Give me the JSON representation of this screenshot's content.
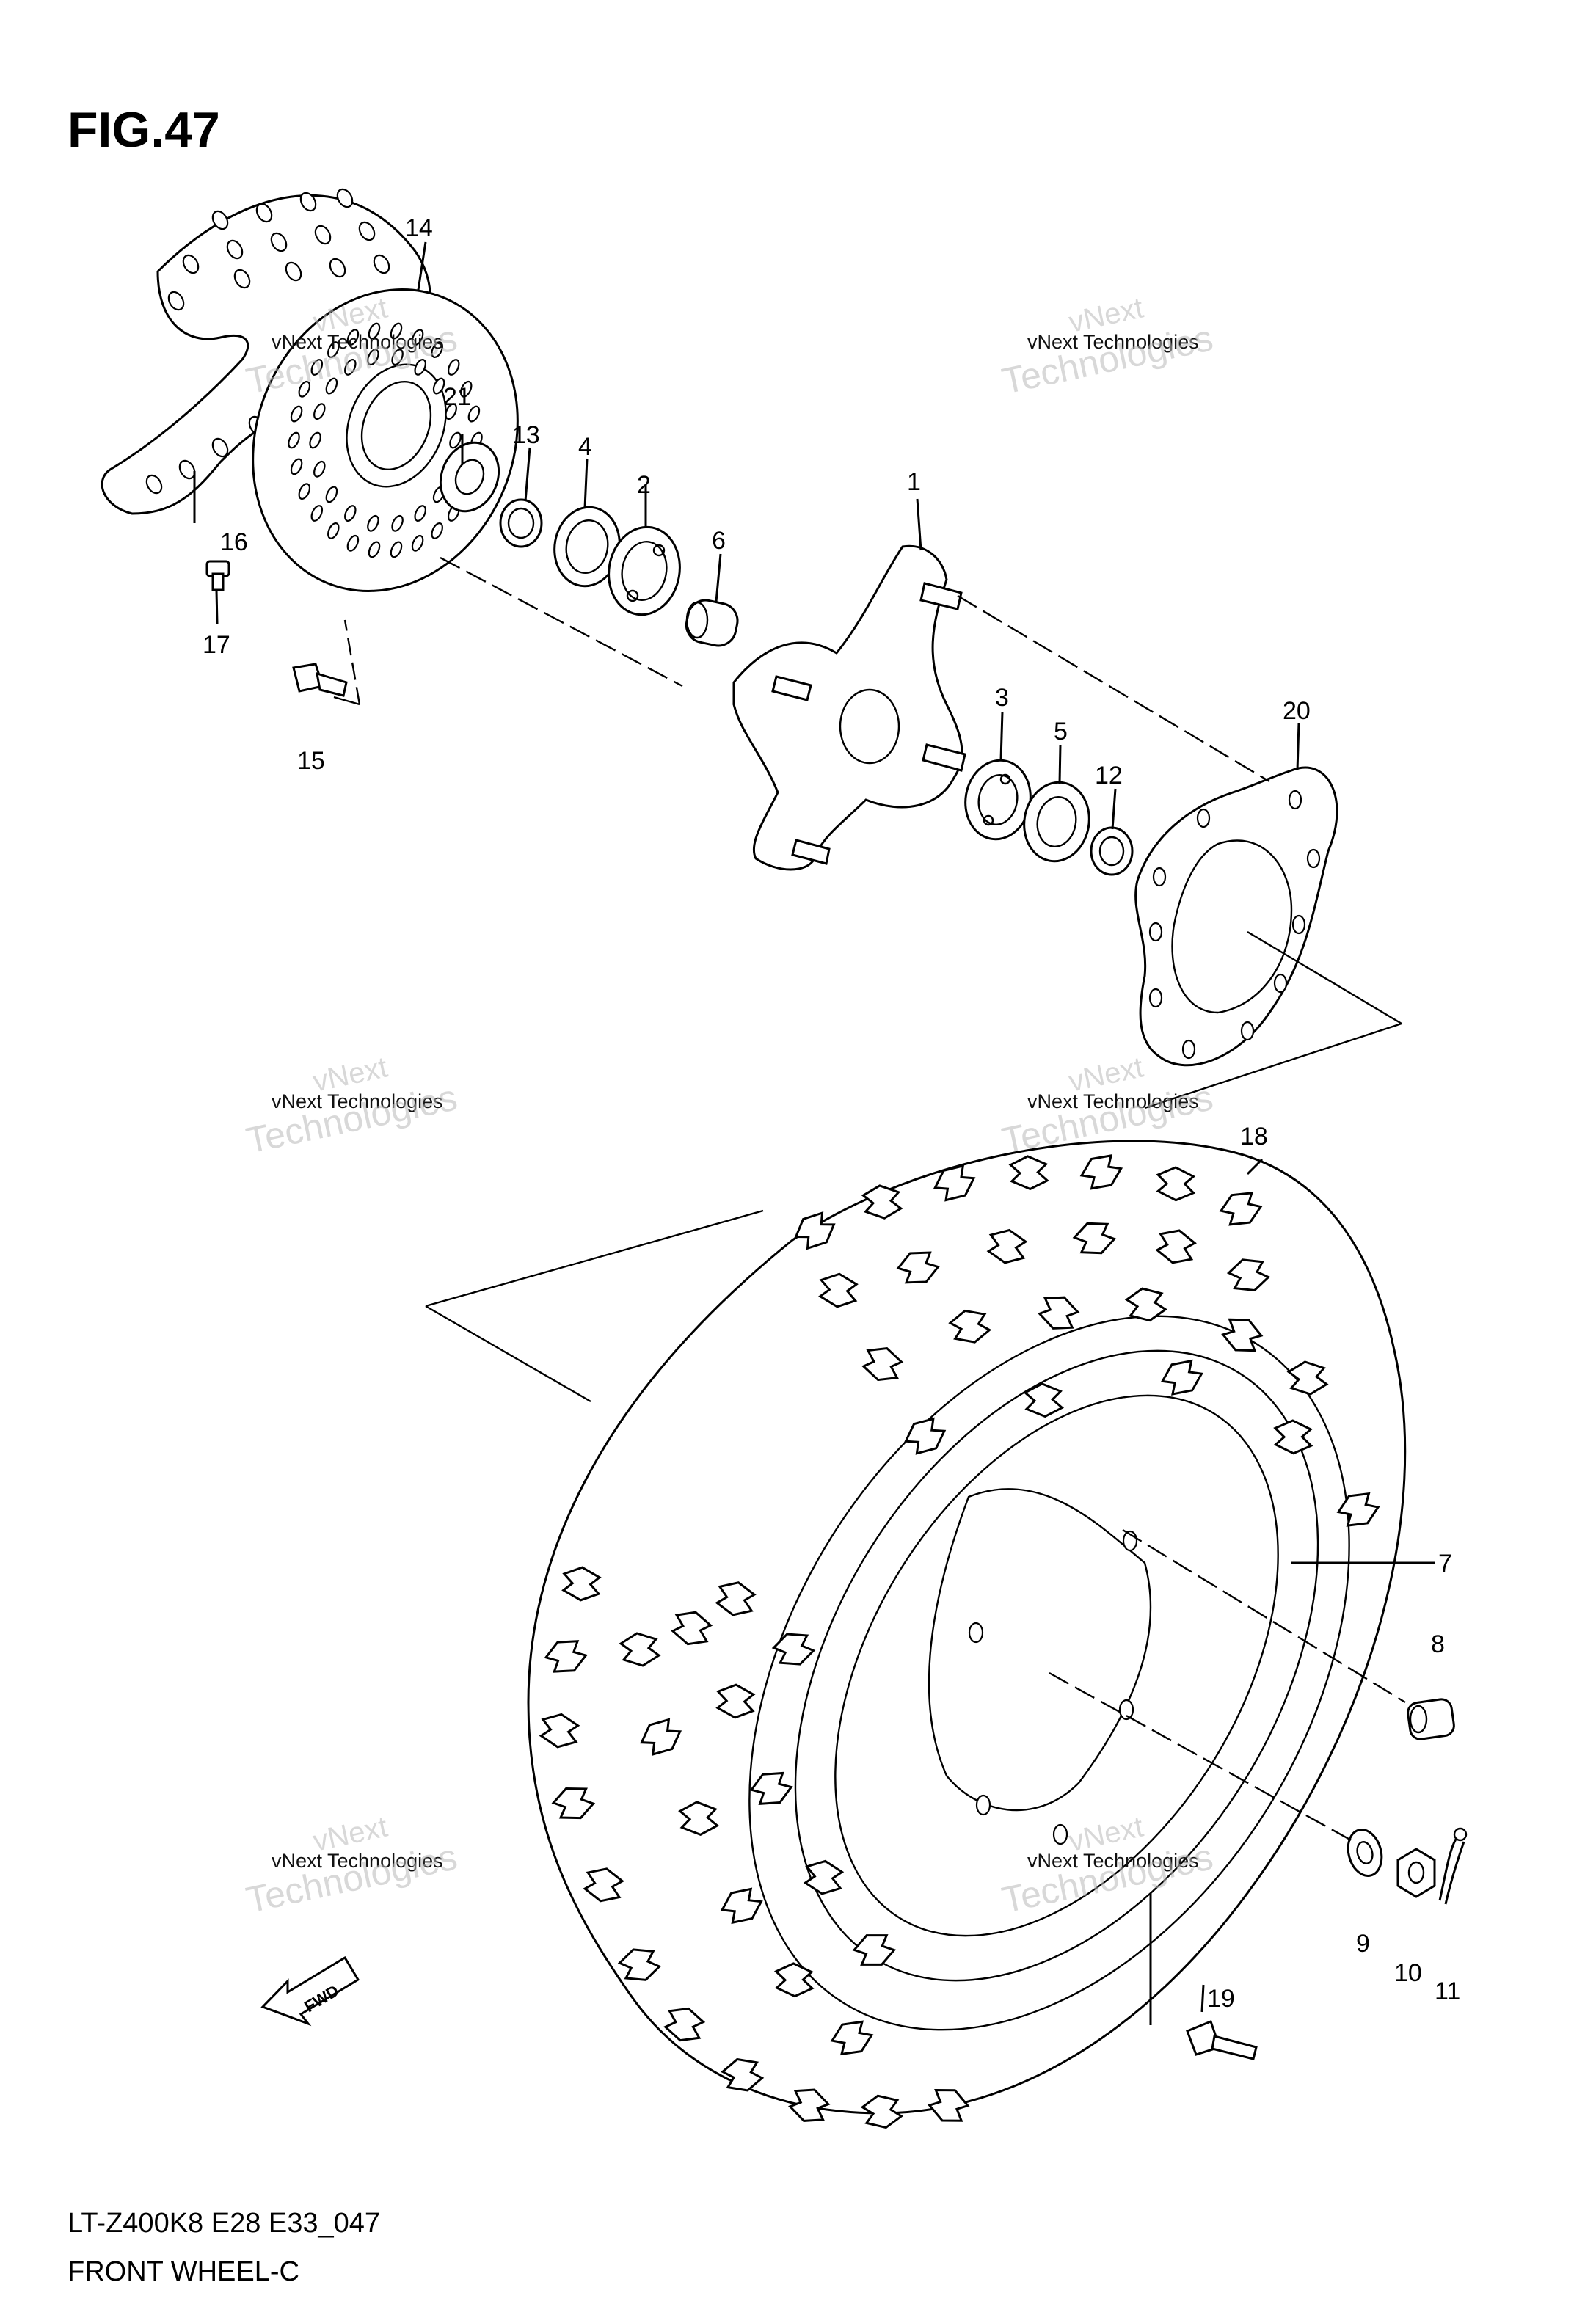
{
  "figure": {
    "title": "FIG.47",
    "model_code": "LT-Z400K8 E28 E33_047",
    "caption": "FRONT WHEEL-C",
    "fwd_label": "FWD"
  },
  "watermark": {
    "line1": "vNext Technologies",
    "line2": "vNext",
    "line3": "Technologies"
  },
  "callouts": [
    {
      "id": "1",
      "text": "1"
    },
    {
      "id": "2",
      "text": "2"
    },
    {
      "id": "3",
      "text": "3"
    },
    {
      "id": "4",
      "text": "4"
    },
    {
      "id": "5",
      "text": "5"
    },
    {
      "id": "6",
      "text": "6"
    },
    {
      "id": "7",
      "text": "7"
    },
    {
      "id": "8",
      "text": "8"
    },
    {
      "id": "9",
      "text": "9"
    },
    {
      "id": "10",
      "text": "10"
    },
    {
      "id": "11",
      "text": "11"
    },
    {
      "id": "12",
      "text": "12"
    },
    {
      "id": "13",
      "text": "13"
    },
    {
      "id": "14",
      "text": "14"
    },
    {
      "id": "15",
      "text": "15"
    },
    {
      "id": "16",
      "text": "16"
    },
    {
      "id": "17",
      "text": "17"
    },
    {
      "id": "18",
      "text": "18"
    },
    {
      "id": "19",
      "text": "19"
    },
    {
      "id": "20",
      "text": "20"
    },
    {
      "id": "21",
      "text": "21"
    }
  ]
}
